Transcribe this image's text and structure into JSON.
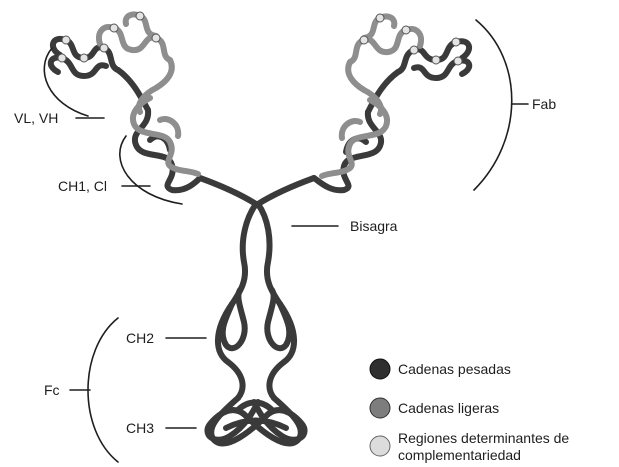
{
  "labels": {
    "vl_vh": "VL, VH",
    "ch1_cl": "CH1, Cl",
    "fab": "Fab",
    "bisagra": "Bisagra",
    "ch2": "CH2",
    "fc": "Fc",
    "ch3": "CH3"
  },
  "legend": [
    {
      "label": "Cadenas pesadas",
      "color": "#2f2f2f"
    },
    {
      "label": "Cadenas ligeras",
      "color": "#7d7d7d"
    },
    {
      "label_line1": "Regiones determinantes de",
      "label_line2": "complementariedad",
      "color": "#dcdcdc"
    }
  ],
  "colors": {
    "heavy_chain": "#3a3a3a",
    "light_chain": "#8e8e8e",
    "cdr": "#e4e4e4",
    "ink": "#1e1e1e"
  }
}
